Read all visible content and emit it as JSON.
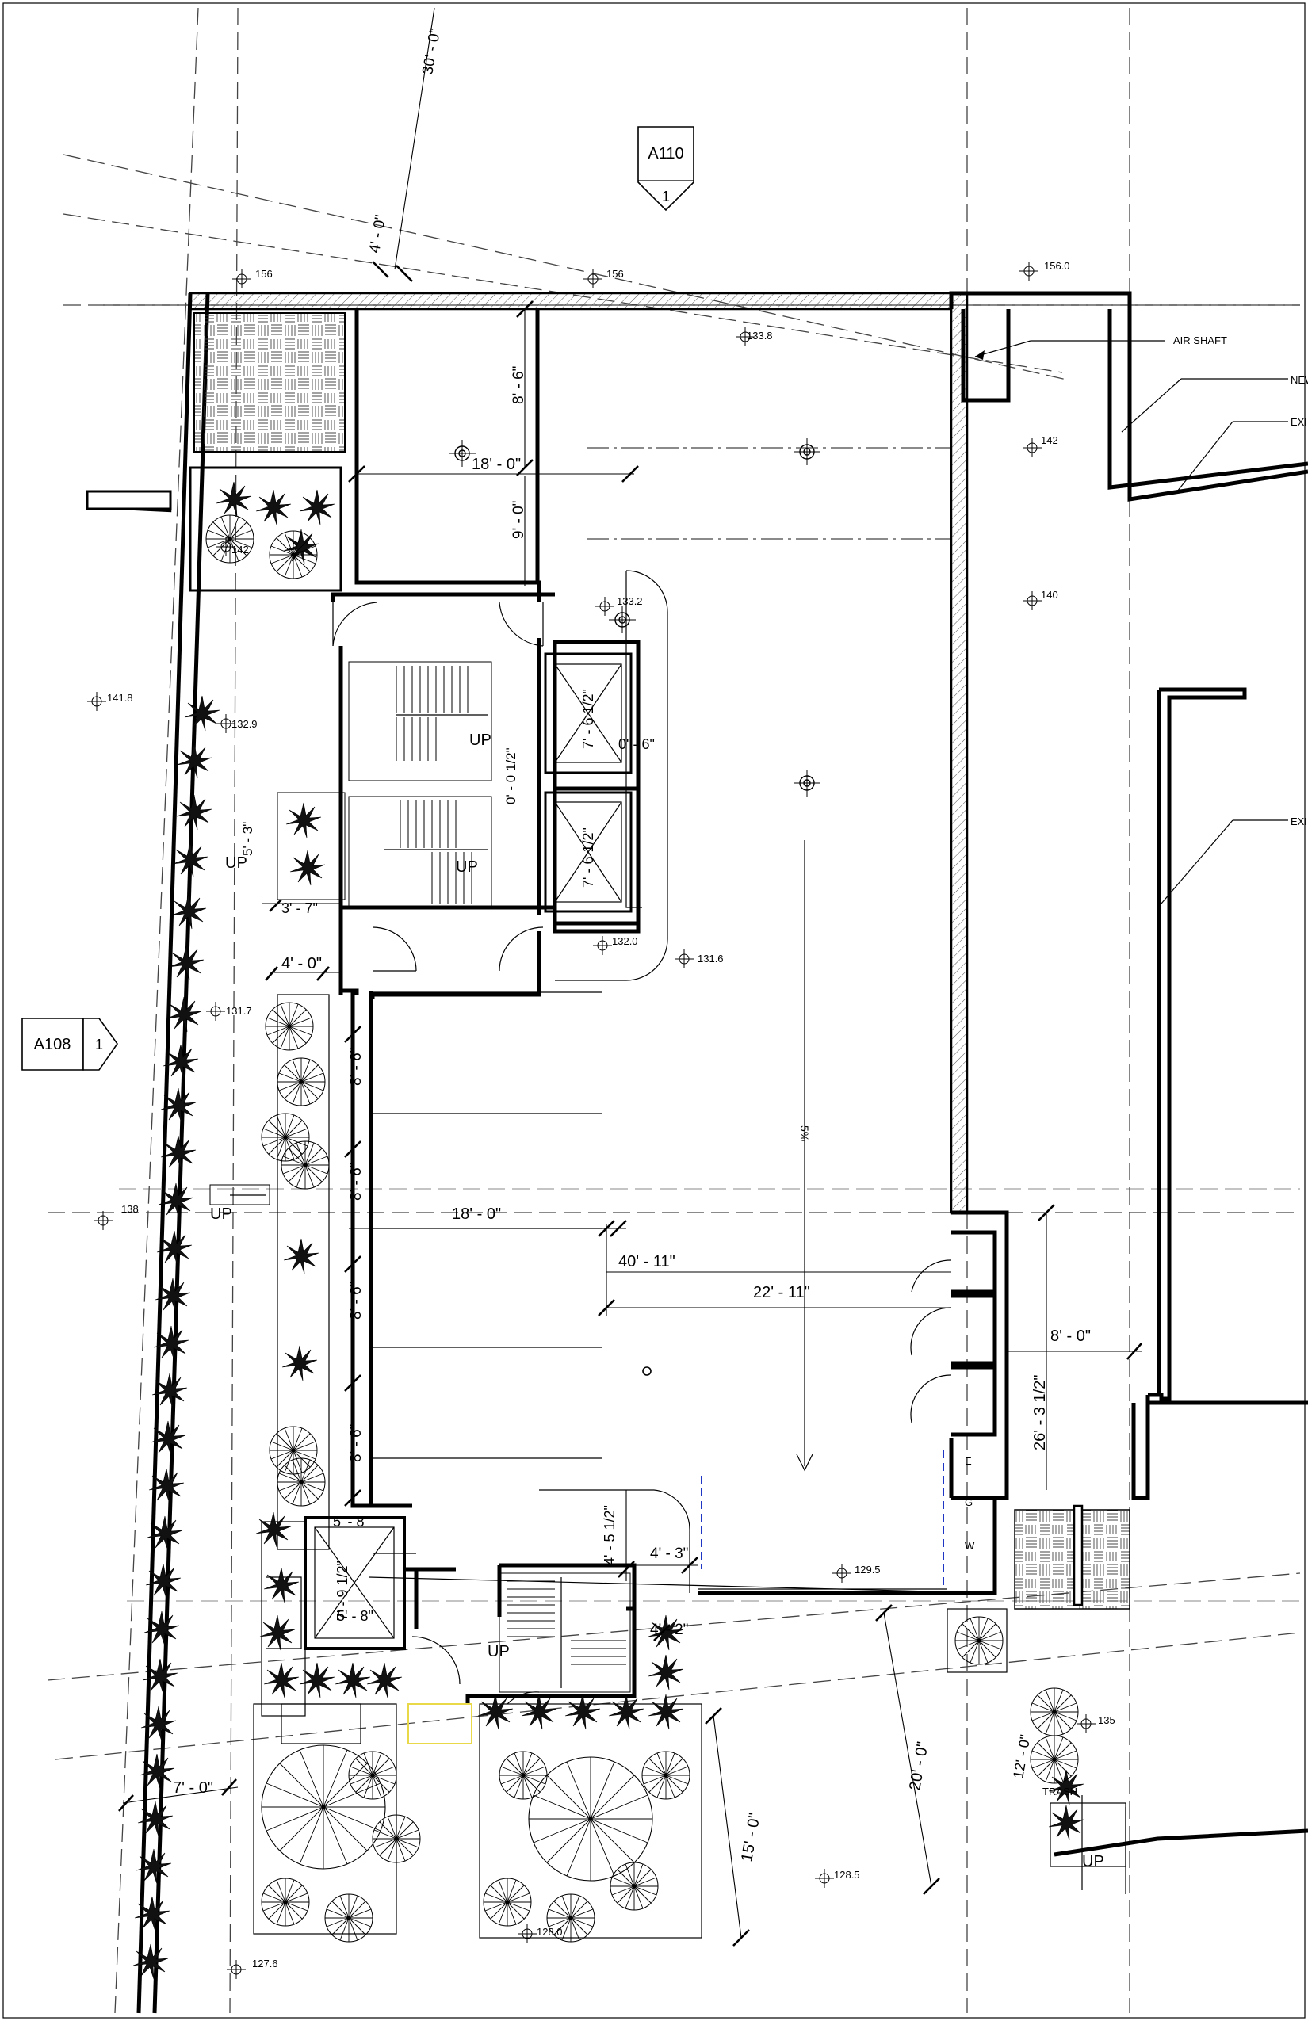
{
  "section_tags": [
    {
      "id": "tag-a110",
      "ref": "A110",
      "num": "1"
    },
    {
      "id": "tag-a108",
      "ref": "A108",
      "num": "1"
    }
  ],
  "dimensions": {
    "d30": "30' - 0\"",
    "d4top": "4' - 0\"",
    "d8_6_top": "8' - 6\"",
    "d18_top": "18' - 0\"",
    "d9_0": "9' - 0\"",
    "d7_6a": "7' - 6 1/2\"",
    "d7_6b": "7' - 6 1/2\"",
    "d0_6": "0' - 6\"",
    "d0_0half": "0' - 0 1/2\"",
    "d3_7": "3' - 7\"",
    "d4_0mid": "4' - 0\"",
    "d8_6a": "8' - 6\"",
    "d8_6b": "8' - 6\"",
    "d8_6c": "8' - 6\"",
    "d8_6d": "8' - 6\"",
    "d18_mid": "18' - 0\"",
    "d40_11": "40' - 11\"",
    "d22_11": "22' - 11\"",
    "d8_0": "8' - 0\"",
    "d26_3": "26' - 3 1/2\"",
    "d4_5": "4' - 5 1/2\"",
    "d4_3": "4' - 3\"",
    "d4_2": "4' - 2\"",
    "d7_9": "7' - 9 1/2\"",
    "d5_8a": "5' - 8\"",
    "d5_8b": "5' - 8\"",
    "d20_0": "20' - 0\"",
    "d15_0": "15' - 0\"",
    "d12_0": "12' - 0\"",
    "d7_0": "7' - 0\"",
    "d5_3": "5' - 3\""
  },
  "elevations": {
    "e156a": "156",
    "e156b": "156",
    "e156c": "156.0",
    "e133_8": "133.8",
    "e142a": "142",
    "e142b": "142",
    "e140": "140",
    "e133_2": "133.2",
    "e141_8": "141.8",
    "e132_9": "132.9",
    "e132_0": "132.0",
    "e131_6": "131.6",
    "e131_7": "131.7",
    "e138": "138",
    "e129_5": "129.5",
    "e135": "135",
    "e128_5": "128.5",
    "e128_0": "128.0",
    "e127_6": "127.6"
  },
  "labels": {
    "air_shaft": "AIR SHAFT",
    "new_cut": "NEW",
    "ex1": "EXI",
    "ex2": "EXI",
    "up1": "UP",
    "up2": "UP",
    "up3": "UP",
    "up4": "UP",
    "up5": "UP",
    "up6": "UP",
    "slope": "5%",
    "e": "E",
    "g": "G",
    "w": "W",
    "trash": "TRASH"
  },
  "colors": {
    "ink": "#000000",
    "blue": "#1f35c4",
    "yellow": "#e8d84a"
  }
}
